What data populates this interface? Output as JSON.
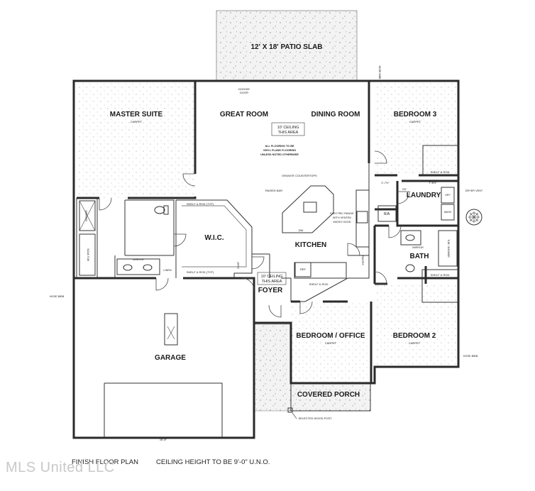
{
  "rooms": {
    "patio": "12' X 18' PATIO SLAB",
    "master_suite": "MASTER SUITE",
    "great_room": "GREAT ROOM",
    "dining_room": "DINING ROOM",
    "bedroom3": "BEDROOM 3",
    "laundry": "LAUNDRY",
    "wic": "W.I.C.",
    "kitchen": "KITCHEN",
    "bath": "BATH",
    "foyer": "FOYER",
    "garage": "GARAGE",
    "bedroom_office": "BEDROOM / OFFICE",
    "bedroom2": "BEDROOM 2",
    "covered_porch": "COVERED PORCH"
  },
  "notes": {
    "carpet_master": "CARPET",
    "carpet_bed3": "CARPET",
    "carpet_office": "CARPET",
    "carpet_bed2": "CARPET",
    "ceiling_great_1": "10' CEILING",
    "ceiling_great_2": "THIS AREA",
    "flooring_1": "ALL FLOORING TO BE",
    "flooring_2": "VINYL PLANK FLOORING",
    "flooring_3": "UNLESS NOTED OTHERWISE",
    "doggie_door_1": "DOGGIE",
    "doggie_door_2": "DOOR",
    "granite": "GRANITE COUNTERTOPS",
    "raised_bar": "RAISED BAR",
    "dw": "DW",
    "range_1": "ELECTRIC RANGE",
    "range_2": "WITH VENTED",
    "range_3": "MICRO HOOD",
    "ref": "REF",
    "pantry": "PANTRY",
    "shelf_rod_kitchen": "SHELF & ROD",
    "shelf_rod_wic_top": "SHELF & ROD (TYP)",
    "shelf_rod_wic_bottom": "SHELF & ROD (TYP)",
    "shelf_rod_bed3": "SHELF & ROD",
    "shelf_rod_bed2": "SHELF & ROD",
    "ceiling_foyer_1": "10' CEILING",
    "ceiling_foyer_2": "THIS AREA",
    "coat": "COAT",
    "mirror_master": "MIRROR",
    "mirror_bath": "MIRROR",
    "linen": "LINEN",
    "shower": "SHOWER",
    "soak_tub": "SOAK TUB",
    "tub_shower": "TUB / SHOWER",
    "dryer_vent": "DRYER VENT",
    "hose_bibb_left": "HOSE BIBB",
    "hose_bibb_right": "HOSE BIBB",
    "hose_bibb_top": "HOSE BIBB",
    "ra": "R/A",
    "dim_laundry": "7'-6½\"",
    "dim_hall": "2'-7½\"",
    "dim_3": "3'6\"",
    "wood_post": "SELECTED WOOD POST",
    "dry": "DRY",
    "wash": "WASH",
    "garage_dim": "16'-8\""
  },
  "captions": {
    "finish_floor_plan": "FINISH FLOOR PLAN",
    "ceiling_height": "CEILING HEIGHT TO BE 9'-0\" U.N.O."
  },
  "watermark": "MLS United LLC"
}
